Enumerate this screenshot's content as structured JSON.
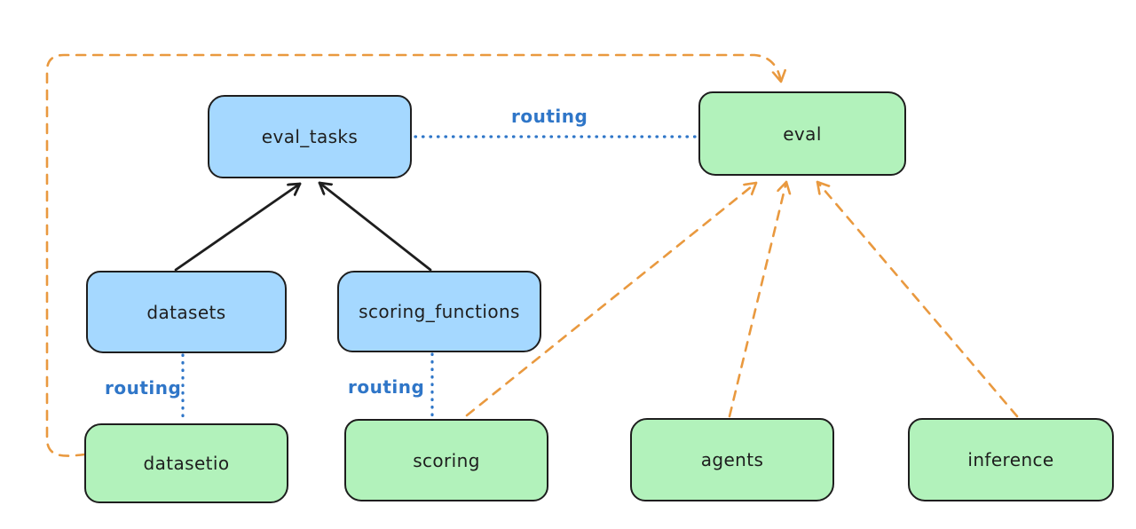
{
  "nodes": [
    {
      "id": "eval_tasks",
      "label": "eval_tasks",
      "fill": "#a5d8ff"
    },
    {
      "id": "eval",
      "label": "eval",
      "fill": "#b2f2bb"
    },
    {
      "id": "datasets",
      "label": "datasets",
      "fill": "#a5d8ff"
    },
    {
      "id": "scoring_functions",
      "label": "scoring_functions",
      "fill": "#a5d8ff"
    },
    {
      "id": "datasetio",
      "label": "datasetio",
      "fill": "#b2f2bb"
    },
    {
      "id": "scoring",
      "label": "scoring",
      "fill": "#b2f2bb"
    },
    {
      "id": "agents",
      "label": "agents",
      "fill": "#b2f2bb"
    },
    {
      "id": "inference",
      "label": "inference",
      "fill": "#b2f2bb"
    }
  ],
  "edges": [
    {
      "from": "datasets",
      "to": "eval_tasks",
      "style": "solid-arrow",
      "color": "#1e1e1e"
    },
    {
      "from": "scoring_functions",
      "to": "eval_tasks",
      "style": "solid-arrow",
      "color": "#1e1e1e"
    },
    {
      "from": "eval_tasks",
      "to": "eval",
      "style": "dotted",
      "label": "routing",
      "color": "#2f76c8"
    },
    {
      "from": "datasets",
      "to": "datasetio",
      "style": "dotted",
      "label": "routing",
      "color": "#2f76c8"
    },
    {
      "from": "scoring_functions",
      "to": "scoring",
      "style": "dotted",
      "label": "routing",
      "color": "#2f76c8"
    },
    {
      "from": "datasetio",
      "to": "eval",
      "style": "dashed-arrow",
      "color": "#e9993f"
    },
    {
      "from": "scoring",
      "to": "eval",
      "style": "dashed-arrow",
      "color": "#e9993f"
    },
    {
      "from": "agents",
      "to": "eval",
      "style": "dashed-arrow",
      "color": "#e9993f"
    },
    {
      "from": "inference",
      "to": "eval",
      "style": "dashed-arrow",
      "color": "#e9993f"
    }
  ],
  "colors": {
    "blue_fill": "#a5d8ff",
    "green_fill": "#b2f2bb",
    "stroke": "#1e1e1e",
    "routing_blue": "#2f76c8",
    "orange": "#e9993f",
    "background": "#ffffff",
    "label_text": "#1e1e1e"
  }
}
